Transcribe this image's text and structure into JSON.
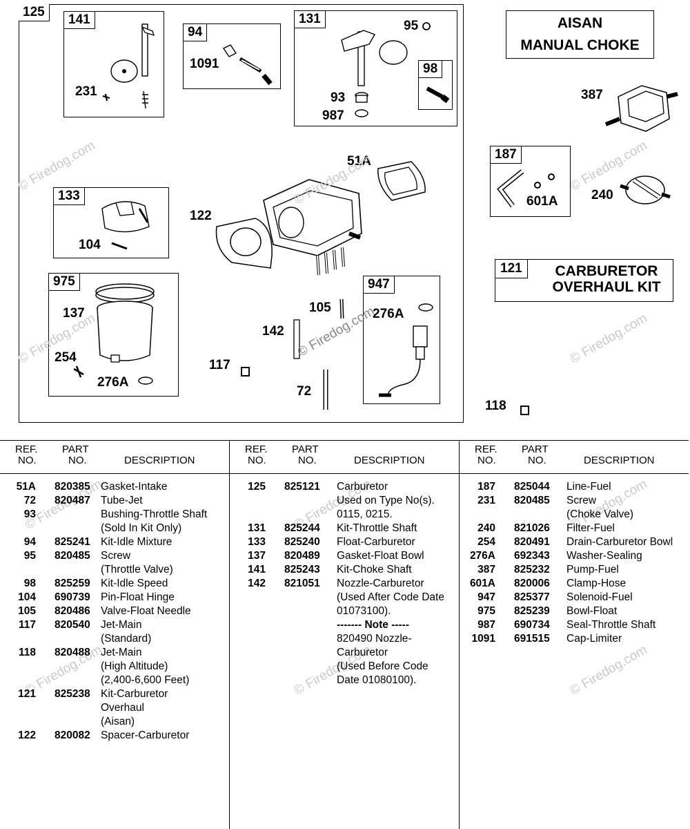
{
  "diagram": {
    "frame_tag": "125",
    "title_box": [
      "AISAN",
      "MANUAL CHOKE"
    ],
    "kit_box": {
      "ref": "121",
      "text": [
        "CARBURETOR",
        "OVERHAUL KIT"
      ]
    },
    "boxes": [
      {
        "tag": "141",
        "labels": [
          "231"
        ]
      },
      {
        "tag": "94",
        "labels": [
          "1091"
        ]
      },
      {
        "tag": "131",
        "labels": [
          "95",
          "93",
          "987"
        ]
      },
      {
        "tag": "98",
        "labels": []
      },
      {
        "tag": "133",
        "labels": [
          "104"
        ]
      },
      {
        "tag": "975",
        "labels": [
          "137",
          "254",
          "276A"
        ]
      },
      {
        "tag": "947",
        "labels": [
          "276A"
        ]
      },
      {
        "tag": "187",
        "labels": [
          "601A"
        ]
      }
    ],
    "loose_labels": [
      "51A",
      "122",
      "105",
      "142",
      "117",
      "72",
      "387",
      "240",
      "118"
    ],
    "watermark": "© Firedog.com"
  },
  "table": {
    "headers": {
      "ref": [
        "REF.",
        "NO."
      ],
      "part": [
        "PART",
        "NO."
      ],
      "desc": "DESCRIPTION"
    },
    "columns": [
      [
        {
          "ref": "51A",
          "part": "820385",
          "desc": [
            "Gasket-Intake"
          ]
        },
        {
          "ref": "72",
          "part": "820487",
          "desc": [
            "Tube-Jet"
          ]
        },
        {
          "ref": "93",
          "part": "",
          "desc": [
            "Bushing-Throttle Shaft",
            "(Sold In Kit Only)"
          ]
        },
        {
          "ref": "94",
          "part": "825241",
          "desc": [
            "Kit-Idle Mixture"
          ]
        },
        {
          "ref": "95",
          "part": "820485",
          "desc": [
            "Screw",
            "(Throttle Valve)"
          ]
        },
        {
          "ref": "98",
          "part": "825259",
          "desc": [
            "Kit-Idle Speed"
          ]
        },
        {
          "ref": "104",
          "part": "690739",
          "desc": [
            "Pin-Float Hinge"
          ]
        },
        {
          "ref": "105",
          "part": "820486",
          "desc": [
            "Valve-Float Needle"
          ]
        },
        {
          "ref": "117",
          "part": "820540",
          "desc": [
            "Jet-Main",
            "(Standard)"
          ]
        },
        {
          "ref": "118",
          "part": "820488",
          "desc": [
            "Jet-Main",
            "(High Altitude)",
            "(2,400-6,600 Feet)"
          ]
        },
        {
          "ref": "121",
          "part": "825238",
          "desc": [
            "Kit-Carburetor",
            "Overhaul",
            "(Aisan)"
          ]
        },
        {
          "ref": "122",
          "part": "820082",
          "desc": [
            "Spacer-Carburetor"
          ]
        }
      ],
      [
        {
          "ref": "125",
          "part": "825121",
          "desc": [
            "Carburetor",
            "Used on Type No(s).",
            "0115, 0215."
          ]
        },
        {
          "ref": "131",
          "part": "825244",
          "desc": [
            "Kit-Throttle Shaft"
          ]
        },
        {
          "ref": "133",
          "part": "825240",
          "desc": [
            "Float-Carburetor"
          ]
        },
        {
          "ref": "137",
          "part": "820489",
          "desc": [
            "Gasket-Float Bowl"
          ]
        },
        {
          "ref": "141",
          "part": "825243",
          "desc": [
            "Kit-Choke Shaft"
          ]
        },
        {
          "ref": "142",
          "part": "821051",
          "desc": [
            "Nozzle-Carburetor",
            "(Used After Code Date",
            "01073100).",
            "------- Note -----",
            "820490 Nozzle-",
            "Carburetor",
            "(Used Before Code",
            "Date 01080100)."
          ]
        }
      ],
      [
        {
          "ref": "187",
          "part": "825044",
          "desc": [
            "Line-Fuel"
          ]
        },
        {
          "ref": "231",
          "part": "820485",
          "desc": [
            "Screw",
            "(Choke Valve)"
          ]
        },
        {
          "ref": "240",
          "part": "821026",
          "desc": [
            "Filter-Fuel"
          ]
        },
        {
          "ref": "254",
          "part": "820491",
          "desc": [
            "Drain-Carburetor Bowl"
          ]
        },
        {
          "ref": "276A",
          "part": "692343",
          "desc": [
            "Washer-Sealing"
          ]
        },
        {
          "ref": "387",
          "part": "825232",
          "desc": [
            "Pump-Fuel"
          ]
        },
        {
          "ref": "601A",
          "part": "820006",
          "desc": [
            "Clamp-Hose"
          ]
        },
        {
          "ref": "947",
          "part": "825377",
          "desc": [
            "Solenoid-Fuel"
          ]
        },
        {
          "ref": "975",
          "part": "825239",
          "desc": [
            "Bowl-Float"
          ]
        },
        {
          "ref": "987",
          "part": "690734",
          "desc": [
            "Seal-Throttle Shaft"
          ]
        },
        {
          "ref": "1091",
          "part": "691515",
          "desc": [
            "Cap-Limiter"
          ]
        }
      ]
    ]
  }
}
